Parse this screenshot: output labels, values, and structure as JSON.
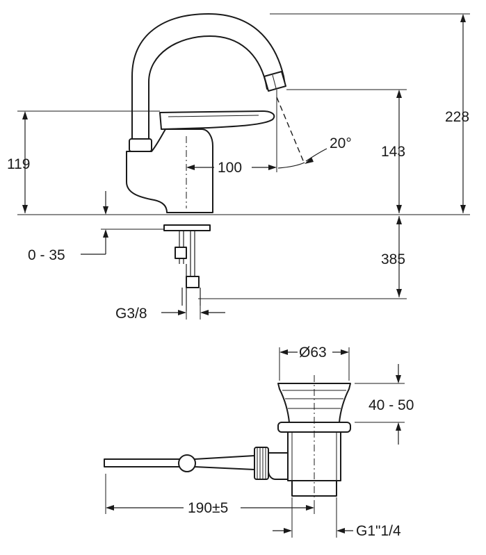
{
  "dimensions": {
    "total_height": "228",
    "spout_height": "143",
    "lever_height": "119",
    "spout_reach": "100",
    "spray_angle": "20°",
    "deck_range": "0 - 35",
    "hose_length": "385",
    "connection": "G3/8",
    "waste_diameter": "Ø63",
    "waste_depth": "40 - 50",
    "rod_length": "190±5",
    "waste_thread": "G1\"1/4"
  }
}
